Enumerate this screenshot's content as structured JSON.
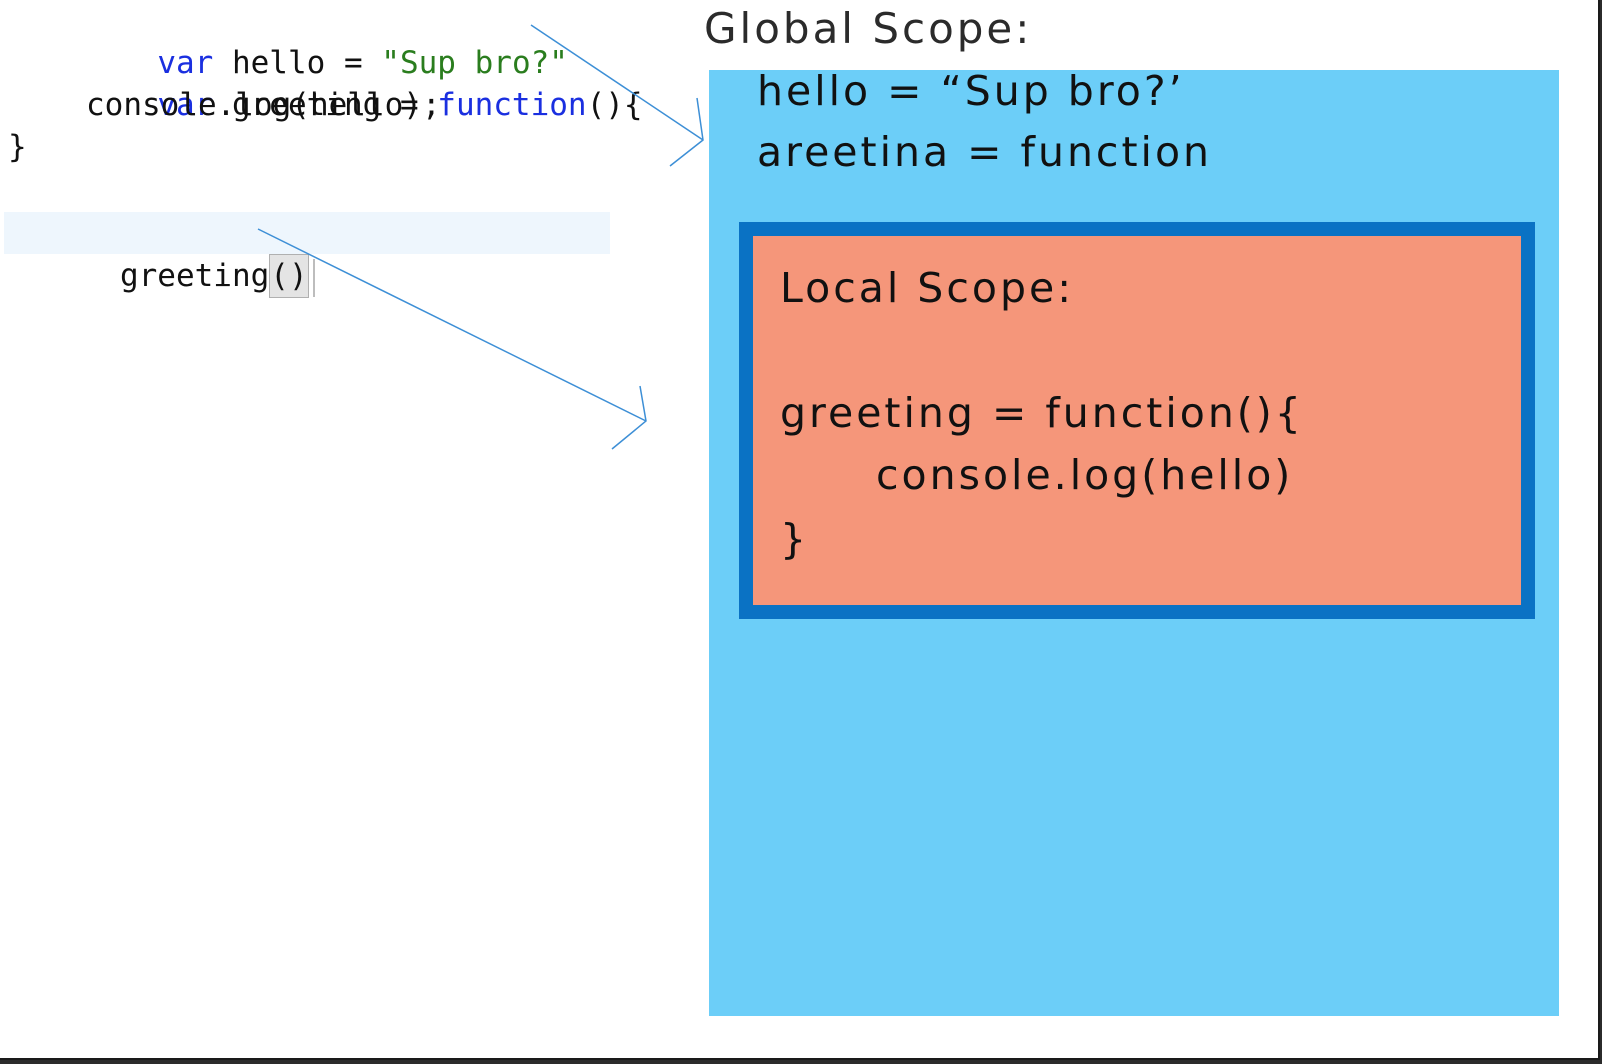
{
  "code": {
    "line1": {
      "kw": "var",
      "mid": " hello = ",
      "str": "\"Sup bro?\""
    },
    "line2": {
      "kw": "var",
      "mid": " greeting = ",
      "kw2": "function",
      "end": "(){"
    },
    "line3": "console.log(hello);",
    "line4": "}",
    "call": {
      "name": "greeting",
      "parens": "()"
    }
  },
  "global_scope": {
    "title": "Global Scope:",
    "vars": [
      "hello = “Sup bro?’",
      "areetina = function"
    ]
  },
  "local_scope": {
    "title": "Local Scope:",
    "lines": [
      "greeting = function(){",
      "console.log(hello)",
      "}"
    ]
  },
  "colors": {
    "global_fill": "#6ccef8",
    "local_fill": "#f5967a",
    "local_border": "#0a72c4",
    "arrow": "#3d8fd6",
    "keyword": "#1a2fe0",
    "string": "#2a7d1e"
  }
}
